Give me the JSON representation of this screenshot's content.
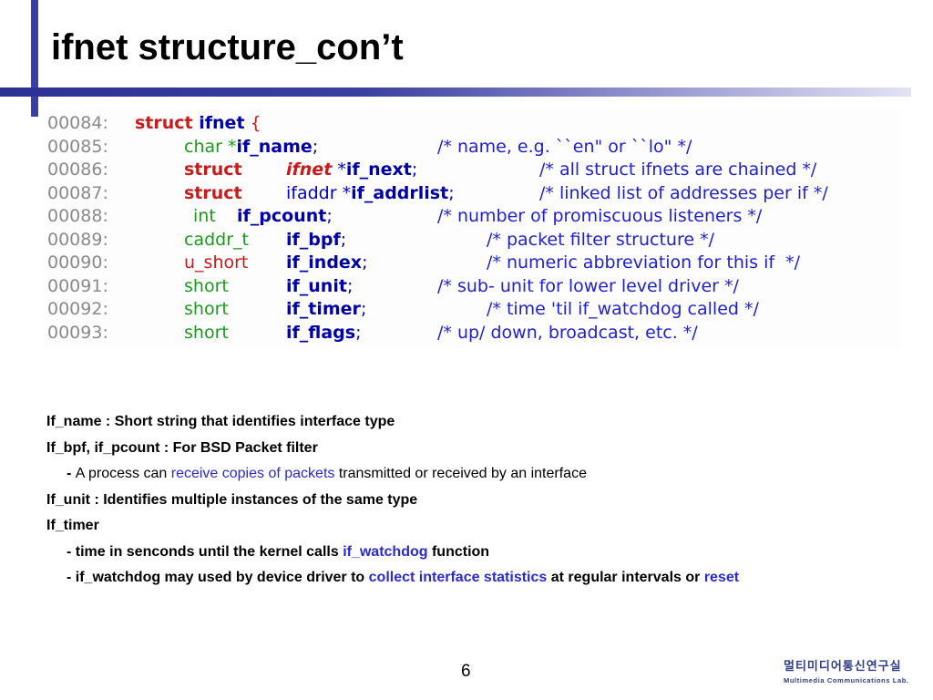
{
  "title": "ifnet structure_con’t",
  "code": {
    "lines": [
      {
        "n": "00084:",
        "parts": [
          "struct ",
          "ifnet",
          " {"
        ]
      },
      {
        "n": "00085:",
        "parts": [
          "char *",
          "if_name",
          ";",
          "/* name, e.g. ``en\" or ``lo\" */"
        ]
      },
      {
        "n": "00086:",
        "parts": [
          "struct",
          "ifnet",
          " *",
          "if_next",
          ";",
          "/* all struct ifnets are chained */"
        ]
      },
      {
        "n": "00087:",
        "parts": [
          "struct",
          "ifaddr *",
          "if_addrlist",
          ";",
          "/* linked list of addresses per if */"
        ]
      },
      {
        "n": "00088:",
        "parts": [
          "int",
          "if_pcount",
          ";",
          "/* number of promiscuous listeners */"
        ]
      },
      {
        "n": "00089:",
        "parts": [
          "caddr_t",
          "if_bpf",
          ";",
          "/* packet filter structure */"
        ]
      },
      {
        "n": "00090:",
        "parts": [
          "u_short",
          "if_index",
          ";",
          "/* numeric abbreviation for this if  */"
        ]
      },
      {
        "n": "00091:",
        "parts": [
          "short",
          "if_unit",
          ";",
          "/* sub- unit for lower level driver */"
        ]
      },
      {
        "n": "00092:",
        "parts": [
          "short",
          "if_timer",
          ";",
          "/* time 'til if_watchdog called */"
        ]
      },
      {
        "n": "00093:",
        "parts": [
          "short",
          "if_flags",
          ";",
          "/* up/ down, broadcast, etc. */"
        ]
      }
    ]
  },
  "body": {
    "l1": "If_name : Short string that identifies interface type",
    "l2": "If_bpf, if_pcount : For BSD Packet filter",
    "l3a": "- ",
    "l3b": "A process can ",
    "l3c": "receive copies of packets",
    "l3d": " transmitted or received by an interface",
    "l4": "If_unit : Identifies multiple instances of the same type",
    "l5": "If_timer",
    "l6a": "- time in senconds until the kernel calls ",
    "l6b": "if_watchdog",
    "l6c": " function",
    "l7a": "- if_watchdog may used by device driver to ",
    "l7b": "collect interface statistics",
    "l7c": " at regular intervals or ",
    "l7d": "reset"
  },
  "page_number": "6",
  "logo": {
    "korean": "멀티미디어통신연구실",
    "english": "Multimedia Communications Lab."
  }
}
